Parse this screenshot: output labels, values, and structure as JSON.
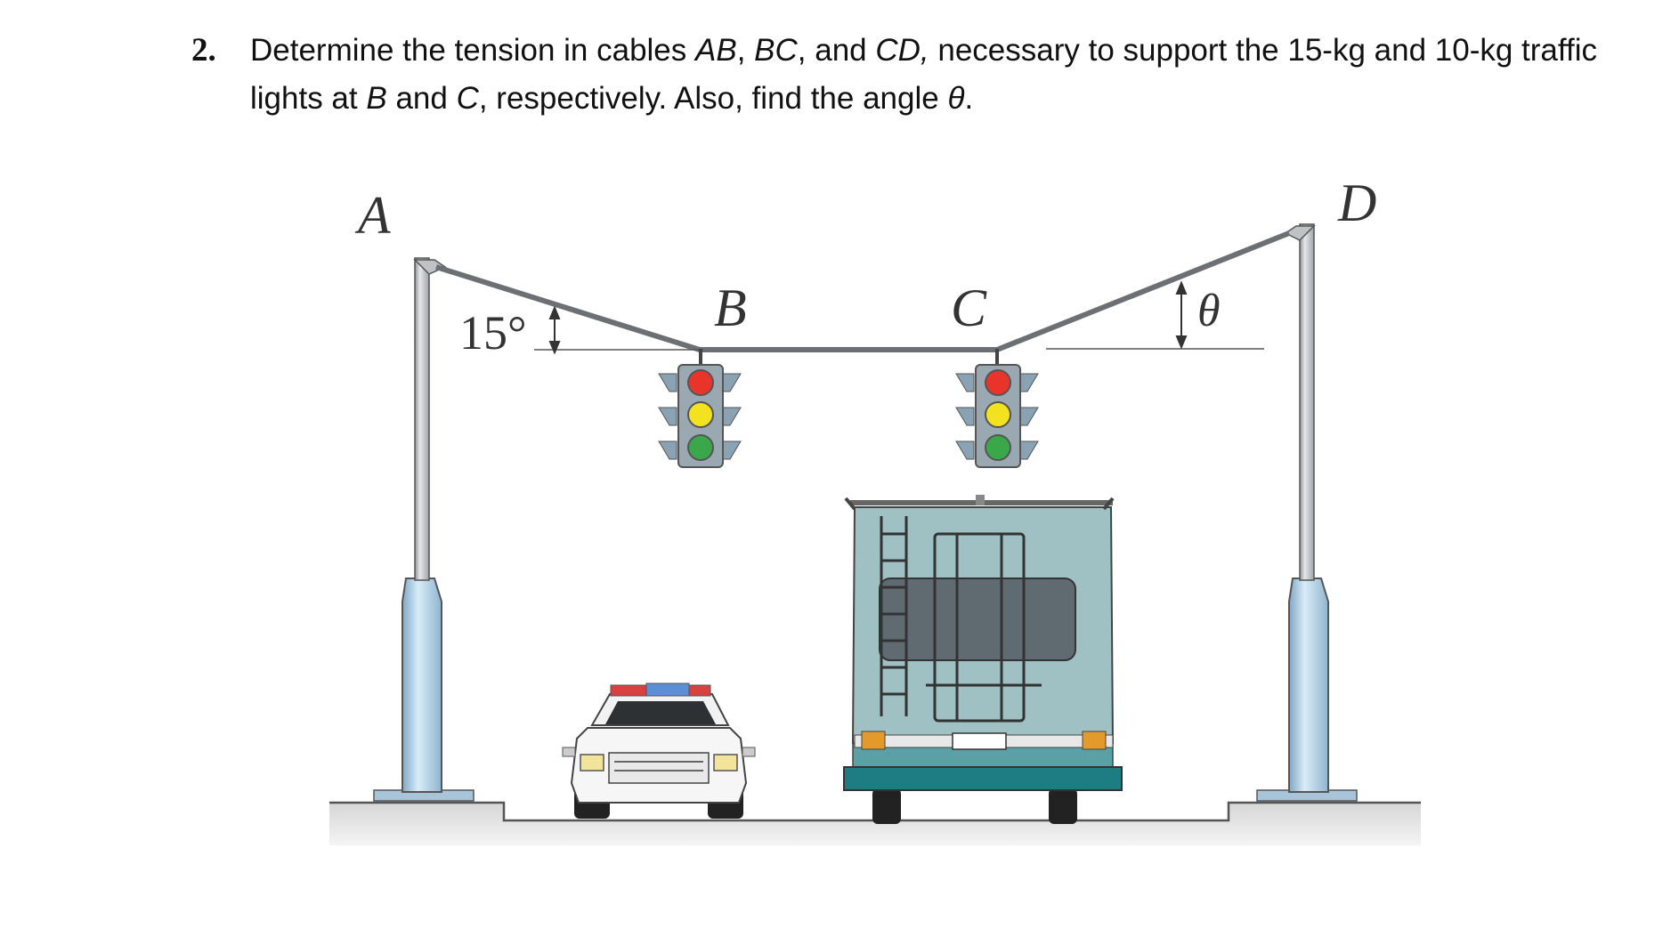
{
  "problem": {
    "number": "2.",
    "text_parts": [
      "Determine the tension in cables ",
      "AB",
      ", ",
      "BC",
      ", and ",
      "CD,",
      " necessary to support the 15-kg and 10-kg traffic lights at ",
      "B",
      " and ",
      "C",
      ", respectively. Also, find the angle ",
      "θ",
      "."
    ]
  },
  "figure": {
    "labels": {
      "A": "A",
      "B": "B",
      "C": "C",
      "D": "D"
    },
    "angles": {
      "left": "15°",
      "right": "θ"
    },
    "light_colors": {
      "red": "#e8342a",
      "yellow": "#f3e21f",
      "green": "#3aa84a",
      "housing": "#8fa4ad"
    },
    "colors": {
      "pole": "#b9bec2",
      "pole_base": "#a9cbe3",
      "rv_body": "#9fc1c4",
      "rv_bumper": "#1e7c83",
      "ground": "#e3e3e3"
    }
  }
}
